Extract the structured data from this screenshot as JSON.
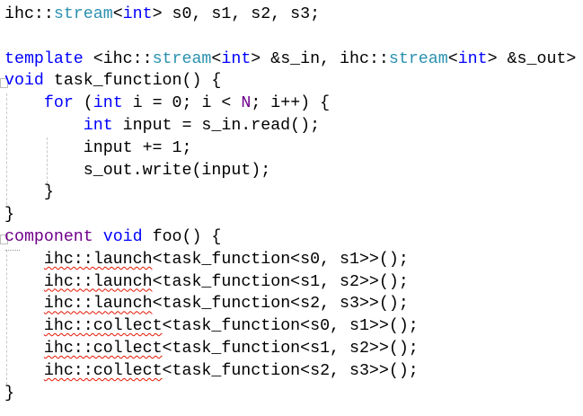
{
  "editor": {
    "language": "cpp",
    "colors": {
      "keyword": "#0000ff",
      "type": "#2b91af",
      "macro": "#6f008a",
      "plain": "#000000",
      "error_squiggle": "#e51400"
    },
    "lines": [
      [
        {
          "t": "ihc::",
          "c": ""
        },
        {
          "t": "stream",
          "c": "type"
        },
        {
          "t": "<",
          "c": ""
        },
        {
          "t": "int",
          "c": "kw"
        },
        {
          "t": "> s0, s1, s2, s3;",
          "c": ""
        }
      ],
      [],
      [
        {
          "t": "template",
          "c": "kw"
        },
        {
          "t": " <ihc::",
          "c": ""
        },
        {
          "t": "stream",
          "c": "type"
        },
        {
          "t": "<",
          "c": ""
        },
        {
          "t": "int",
          "c": "kw"
        },
        {
          "t": "> &s_in, ihc::",
          "c": ""
        },
        {
          "t": "stream",
          "c": "type"
        },
        {
          "t": "<",
          "c": ""
        },
        {
          "t": "int",
          "c": "kw"
        },
        {
          "t": "> &s_out>",
          "c": ""
        }
      ],
      [
        {
          "t": "void",
          "c": "kw"
        },
        {
          "t": " task_function() {",
          "c": ""
        }
      ],
      [
        {
          "t": "    ",
          "c": ""
        },
        {
          "t": "for",
          "c": "kw"
        },
        {
          "t": " (",
          "c": ""
        },
        {
          "t": "int",
          "c": "kw"
        },
        {
          "t": " i = 0; i < ",
          "c": ""
        },
        {
          "t": "N",
          "c": "macro"
        },
        {
          "t": "; i++) {",
          "c": ""
        }
      ],
      [
        {
          "t": "        ",
          "c": ""
        },
        {
          "t": "int",
          "c": "kw"
        },
        {
          "t": " input = s_in.read();",
          "c": ""
        }
      ],
      [
        {
          "t": "        input += 1;",
          "c": ""
        }
      ],
      [
        {
          "t": "        s_out.write(input);",
          "c": ""
        }
      ],
      [
        {
          "t": "    }",
          "c": ""
        }
      ],
      [
        {
          "t": "}",
          "c": ""
        }
      ],
      [
        {
          "t": "component",
          "c": "ckw"
        },
        {
          "t": " ",
          "c": ""
        },
        {
          "t": "void",
          "c": "kw"
        },
        {
          "t": " foo() {",
          "c": ""
        }
      ],
      [
        {
          "t": "    ",
          "c": ""
        },
        {
          "t": "ihc::launch",
          "c": "squiggle"
        },
        {
          "t": "<task_function<s0, s1>>();",
          "c": ""
        }
      ],
      [
        {
          "t": "    ",
          "c": ""
        },
        {
          "t": "ihc::launch",
          "c": "squiggle"
        },
        {
          "t": "<task_function<s1, s2>>();",
          "c": ""
        }
      ],
      [
        {
          "t": "    ",
          "c": ""
        },
        {
          "t": "ihc::launch",
          "c": "squiggle"
        },
        {
          "t": "<task_function<s2, s3>>();",
          "c": ""
        }
      ],
      [
        {
          "t": "    ",
          "c": ""
        },
        {
          "t": "ihc::collect",
          "c": "squiggle"
        },
        {
          "t": "<task_function<s0, s1>>();",
          "c": ""
        }
      ],
      [
        {
          "t": "    ",
          "c": ""
        },
        {
          "t": "ihc::collect",
          "c": "squiggle"
        },
        {
          "t": "<task_function<s1, s2>>();",
          "c": ""
        }
      ],
      [
        {
          "t": "    ",
          "c": ""
        },
        {
          "t": "ihc::collect",
          "c": "squiggle"
        },
        {
          "t": "<task_function<s2, s3>>();",
          "c": ""
        }
      ],
      [
        {
          "t": "}",
          "c": ""
        }
      ]
    ],
    "fold_markers": [
      {
        "line": 4,
        "icon": "collapse-box-icon"
      },
      {
        "line": 11,
        "icon": "collapse-box-icon"
      }
    ],
    "error_tokens": [
      "ihc::launch",
      "ihc::collect"
    ]
  }
}
